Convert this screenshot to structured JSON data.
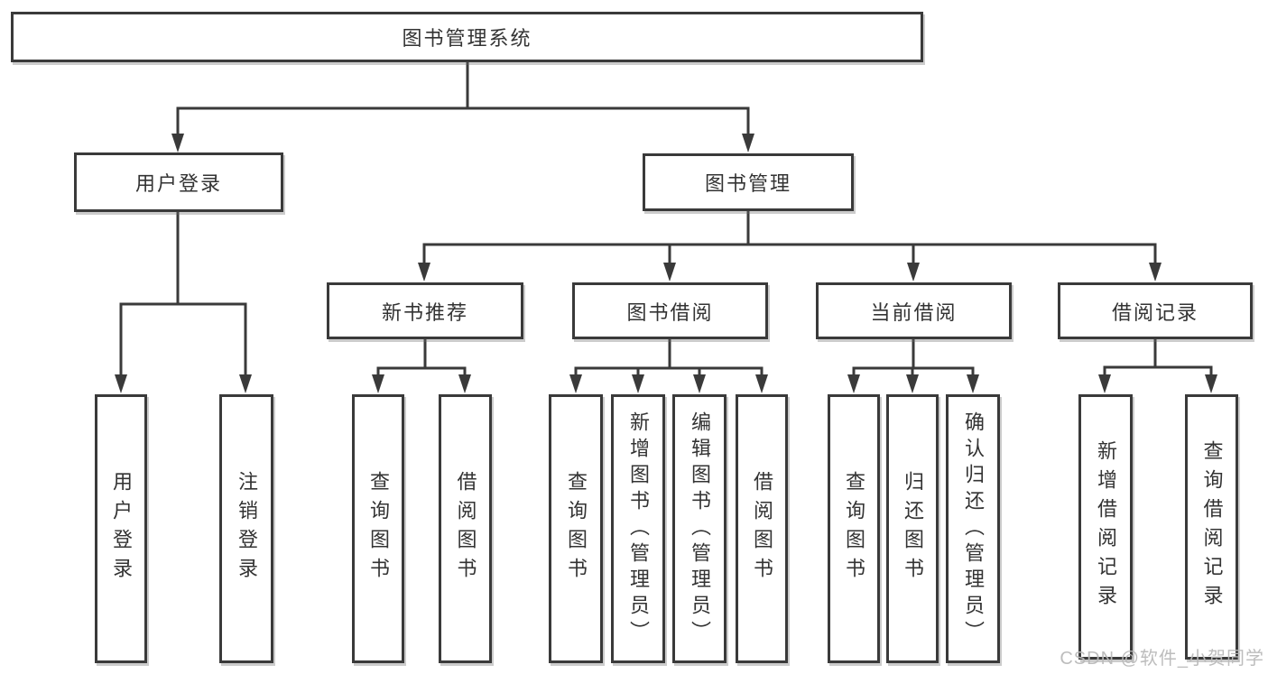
{
  "tree": {
    "root": "图书管理系统",
    "children": [
      {
        "label": "用户登录",
        "children": [
          "用户登录",
          "注销登录"
        ]
      },
      {
        "label": "图书管理",
        "children": [
          {
            "label": "新书推荐",
            "children": [
              "查询图书",
              "借阅图书"
            ]
          },
          {
            "label": "图书借阅",
            "children": [
              "查询图书",
              "新增图书（管理员）",
              "编辑图书（管理员）",
              "借阅图书"
            ]
          },
          {
            "label": "当前借阅",
            "children": [
              "查询图书",
              "归还图书",
              "确认归还（管理员）"
            ]
          },
          {
            "label": "借阅记录",
            "children": [
              "新增借阅记录",
              "查询借阅记录"
            ]
          }
        ]
      }
    ]
  },
  "watermark": {
    "text": "CSDN @软件_小贺同学"
  },
  "colors": {
    "line": "#3a3a3a",
    "box_border": "#3a3a3a",
    "text": "#333333",
    "background": "#ffffff",
    "watermark": "#b9b9b9"
  }
}
